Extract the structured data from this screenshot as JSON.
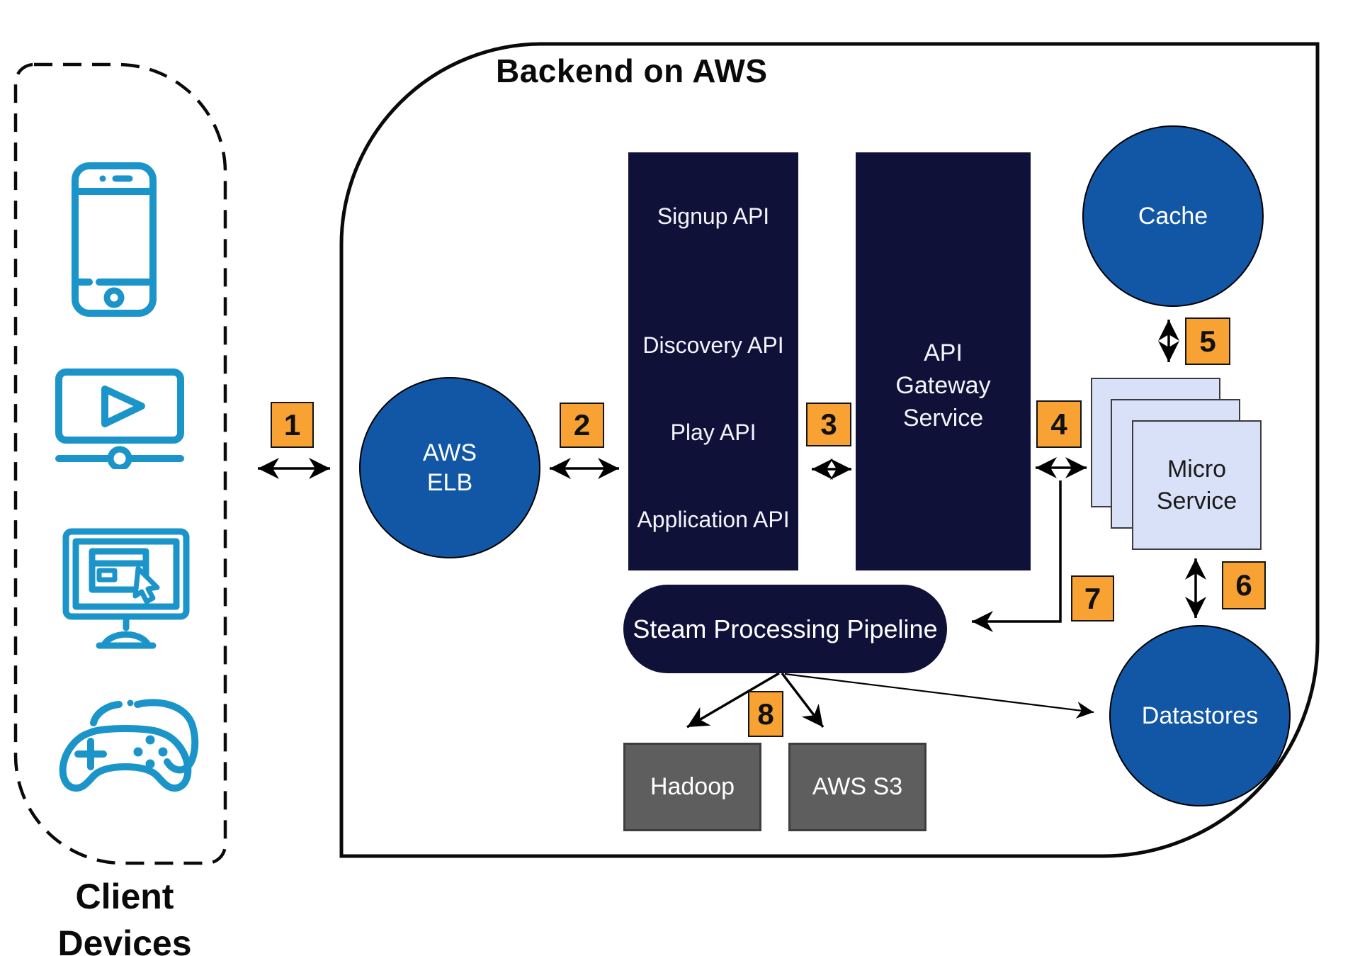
{
  "title": "Backend on AWS",
  "client": {
    "label_lines": [
      "Client",
      "Devices"
    ],
    "icons": [
      "smartphone-icon",
      "video-player-icon",
      "desktop-browser-icon",
      "gamepad-icon"
    ]
  },
  "badges": [
    "1",
    "2",
    "3",
    "4",
    "5",
    "6",
    "7",
    "8"
  ],
  "nodes": {
    "elb": {
      "lines": [
        "AWS",
        "ELB"
      ]
    },
    "api_box": {
      "items": [
        "Signup API",
        "Discovery API",
        "Play API",
        "Application API"
      ]
    },
    "gateway": {
      "label": "API Gateway Service"
    },
    "cache": {
      "label": "Cache"
    },
    "micro": {
      "label": "Micro Service"
    },
    "datastores": {
      "label": "Datastores"
    },
    "pipeline": {
      "label": "Steam Processing Pipeline"
    },
    "hadoop": {
      "label": "Hadoop"
    },
    "s3": {
      "label": "AWS S3"
    }
  },
  "colors": {
    "navy": "#0f1138",
    "circle_blue": "#1157a6",
    "micro_square": "#d9e1f8",
    "badge_orange": "#f7a233",
    "storage_gray": "#5e5e5e",
    "icon_blue": "#1b95c9"
  }
}
